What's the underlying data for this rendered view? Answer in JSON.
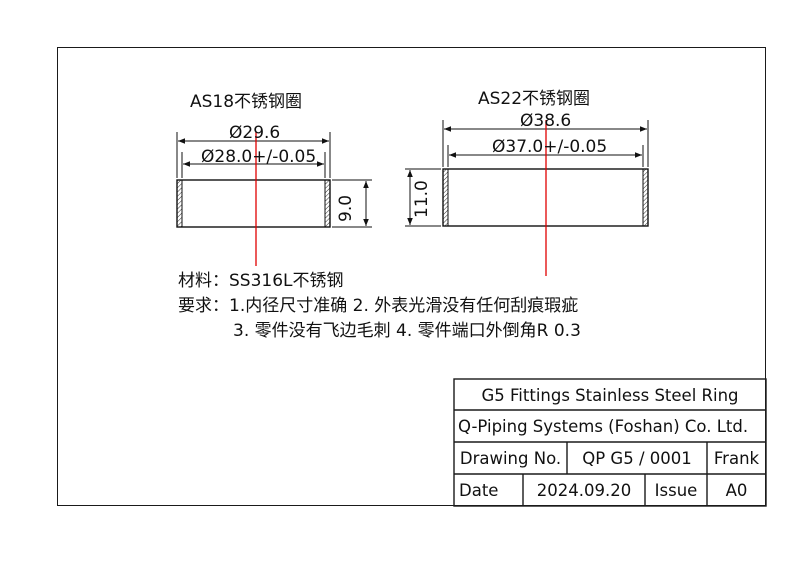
{
  "drawing": {
    "left_part": {
      "title": "AS18不锈钢圈",
      "outer_diameter": "Ø29.6",
      "inner_diameter": "Ø28.0+/-0.05",
      "height": "9.0"
    },
    "right_part": {
      "title": "AS22不锈钢圈",
      "outer_diameter": "Ø38.6",
      "inner_diameter": "Ø37.0+/-0.05",
      "height": "11.0"
    },
    "notes": {
      "material": "材料：SS316L不锈钢",
      "requirements_line1": "要求：1.内径尺寸准确 2. 外表光滑没有任何刮痕瑕疵",
      "requirements_line2": "3. 零件没有飞边毛刺   4. 零件端口外倒角R 0.3"
    }
  },
  "title_block": {
    "part_name": "G5 Fittings Stainless Steel Ring",
    "company": "Q-Piping Systems (Foshan) Co. Ltd.",
    "drawing_no_label": "Drawing No.",
    "drawing_no": "QP G5 / 0001",
    "drawn_by": "Frank",
    "date_label": "Date",
    "date": "2024.09.20",
    "issue_label": "Issue",
    "issue": "A0"
  },
  "colors": {
    "line": "#1a1a1a",
    "center_mark": "#e00000",
    "hatch": "#333333"
  }
}
